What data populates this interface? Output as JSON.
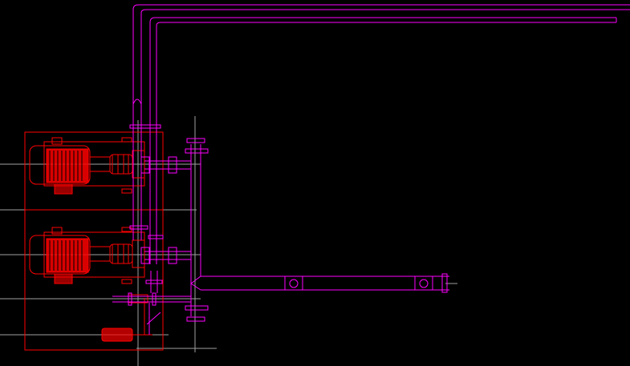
{
  "colors": {
    "background": "#000000",
    "equipment": "#ff0000",
    "piping": "#ff00ff",
    "piping_dim": "#c000c0",
    "centerline": "#ffffff",
    "gray": "#a0a0a0"
  },
  "drawing": {
    "layers": [
      "equipment",
      "piping",
      "centerline"
    ],
    "pumps": [
      {
        "id": "pump-1",
        "icon": "motor-pump-icon"
      },
      {
        "id": "pump-2",
        "icon": "motor-pump-icon"
      },
      {
        "id": "pump-3",
        "icon": "small-pump-icon"
      }
    ],
    "valves": [
      "gate-valve-icon",
      "flange-icon",
      "check-valve-icon"
    ]
  }
}
